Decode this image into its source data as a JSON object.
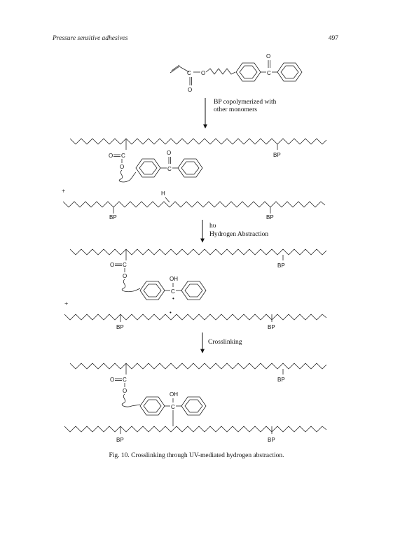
{
  "header": {
    "running_title": "Pressure sensitive adhesives",
    "page_number": "497"
  },
  "scheme": {
    "atoms": {
      "carbon": "C",
      "oxygen": "O",
      "hydrogen": "H",
      "hydroxyl": "OH",
      "benzophenone_pendant": "BP",
      "radical_dot": "•"
    },
    "step1_line1": "BP copolymerized with",
    "step1_line2": "other monomers",
    "plus": "+",
    "step2_light": "hυ",
    "step2_label": "Hydrogen Abstraction",
    "step3_label": "Crosslinking"
  },
  "caption": "Fig. 10. Crosslinking through UV-mediated hydrogen abstraction."
}
